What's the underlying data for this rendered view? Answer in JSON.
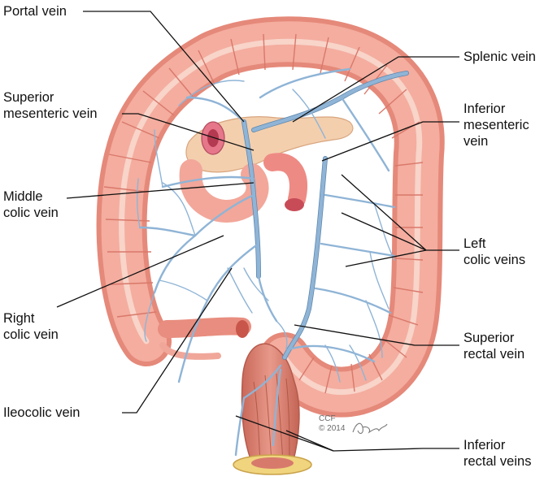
{
  "labels": {
    "portal_vein": "Portal vein",
    "superior_mesenteric_vein": [
      "Superior",
      "mesenteric vein"
    ],
    "middle_colic_vein": [
      "Middle",
      "colic vein"
    ],
    "right_colic_vein": [
      "Right",
      "colic vein"
    ],
    "ileocolic_vein": "Ileocolic vein",
    "splenic_vein": "Splenic vein",
    "inferior_mesenteric_vein": [
      "Inferior",
      "mesenteric",
      "vein"
    ],
    "left_colic_veins": [
      "Left",
      "colic veins"
    ],
    "superior_rectal_vein": [
      "Superior",
      "rectal vein"
    ],
    "inferior_rectal_veins": [
      "Inferior",
      "rectal veins"
    ]
  },
  "credit": {
    "org": "CCF",
    "year": "© 2014"
  },
  "colors": {
    "colon": "#f2a79a",
    "colon_shade": "#e07f70",
    "vein": "#8fb4d6",
    "vein_outline": "#5d86ad",
    "pancreas": "#f3cfae",
    "leader": "#111111"
  }
}
